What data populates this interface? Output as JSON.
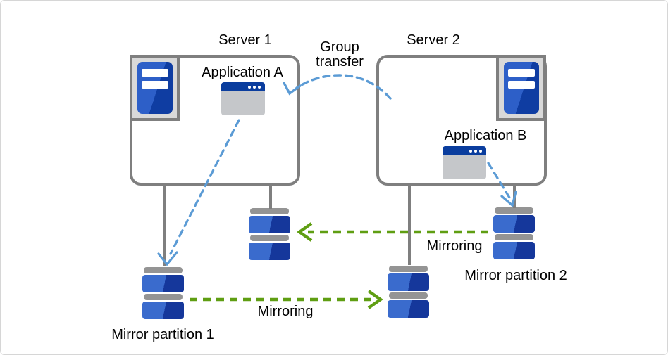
{
  "diagram": {
    "type": "cluster-mirroring-architecture",
    "background": "#ffffff"
  },
  "labels": {
    "server1": "Server 1",
    "server2": "Server 2",
    "application_a": "Application A",
    "application_b": "Application B",
    "group_transfer": "Group\ntransfer",
    "mirroring_top": "Mirroring",
    "mirroring_bottom": "Mirroring",
    "mirror_partition_1": "Mirror partition 1",
    "mirror_partition_2": "Mirror partition 2"
  },
  "colors": {
    "box_border_gray": "#7f7f7f",
    "connector_gray": "#7f7f7f",
    "arrow_blue_dashed": "#5b9bd5",
    "arrow_green_dashed": "#5f9e12",
    "disk_blue_light": "#3a6bcd",
    "disk_blue_dark": "#15379b",
    "disk_cap_gray": "#949494",
    "server_icon_bg": "#d9d9d9",
    "tower_blue_light": "#2d5fc8",
    "tower_blue_dark": "#0f3da2",
    "window_titlebar_blue": "#0a3d9e",
    "window_body_gray": "#c5c7ca"
  },
  "icons": [
    "server-tower-icon-1",
    "server-tower-icon-2",
    "application-a-window-icon",
    "application-b-window-icon",
    "disk-stack-mirror-partition-1",
    "disk-stack-under-server1",
    "disk-stack-under-server2",
    "disk-stack-mirror-partition-2"
  ],
  "arrows": {
    "group_transfer": {
      "style": "blue dashed arc",
      "from": "Server 2",
      "to": "Server 1 / Application A"
    },
    "app_a_to_partition1": {
      "style": "blue dashed",
      "from": "Application A",
      "to": "Mirror partition 1"
    },
    "app_b_to_partition2": {
      "style": "blue dashed",
      "from": "Application B",
      "to": "Mirror partition 2"
    },
    "mirroring_top": {
      "style": "green dashed",
      "from": "Mirror partition 2",
      "to": "disk under Server 1"
    },
    "mirroring_bottom": {
      "style": "green dashed",
      "from": "Mirror partition 1",
      "to": "disk under Server 2"
    }
  }
}
